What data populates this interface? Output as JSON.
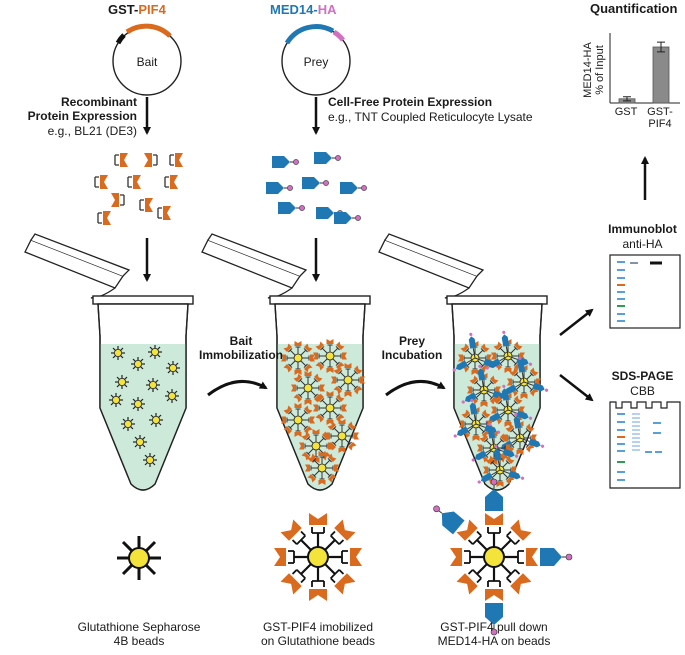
{
  "plasmids": {
    "bait": {
      "name_a": "GST-",
      "name_b": "PIF4",
      "label": "Bait",
      "color_a": "#1a1a1a",
      "color_b": "#d96a1e"
    },
    "prey": {
      "name_a": "MED14-",
      "name_b": "HA",
      "label": "Prey",
      "color_a": "#1f78b4",
      "color_b": "#d16fc0"
    }
  },
  "expression": {
    "recombinant_title": "Recombinant\nProtein Expression",
    "recombinant_sub": "e.g., BL21 (DE3)",
    "cellfree_title": "Cell-Free Protein Expression",
    "cellfree_sub": "e.g., TNT Coupled Reticulocyte Lysate"
  },
  "steps": {
    "bait_immobilization": "Bait\nImmobilization",
    "prey_incubation": "Prey\nIncubation"
  },
  "captions": {
    "beads": "Glutathione Sepharose\n4B beads",
    "immobilized": "GST-PIF4 imobilized\non Glutathione beads",
    "pulldown": "GST-PIF4 pull down\nMED14-HA on beads"
  },
  "analysis": {
    "immunoblot_title": "Immunoblot",
    "immunoblot_sub": "anti-HA",
    "sdspage_title": "SDS-PAGE",
    "sdspage_sub": "CBB"
  },
  "quantification": {
    "title": "Quantification",
    "ylabel": "MED14-HA\n% of Input",
    "categories": [
      "GST",
      "GST-\nPIF4"
    ]
  },
  "colors": {
    "orange": "#d96a1e",
    "blue": "#1f78b4",
    "pink": "#d16fc0",
    "bead_yellow": "#f3e33a",
    "liquid": "#cde9d9",
    "bar_gray": "#8a8a8a"
  },
  "chart_data": {
    "type": "bar",
    "title": "Quantification",
    "ylabel": "MED14-HA % of Input",
    "categories": [
      "GST",
      "GST-PIF4"
    ],
    "values": [
      6,
      80
    ],
    "error": [
      3,
      7
    ],
    "ylim": [
      0,
      100
    ],
    "grid": false
  }
}
